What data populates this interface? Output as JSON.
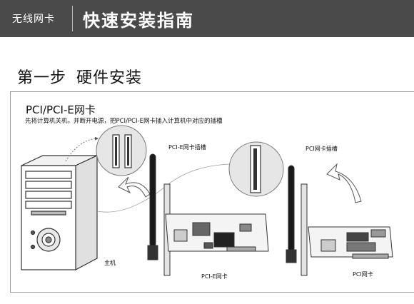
{
  "header": {
    "product": "无线网卡",
    "title": "快速安装指南",
    "bg_color": "#4a4a4a"
  },
  "section": {
    "step_label": "第一步",
    "step_title": "硬件安装"
  },
  "panel": {
    "title": "PCI/PCI-E网卡",
    "description": "先将计算机关机，并断开电源，把PCI/PCI-E网卡插入计算机中对应的插槽"
  },
  "figure": {
    "slot_label_pcie": "PCI-E网卡插槽",
    "slot_label_pci": "PCI网卡插槽",
    "computer_label": "主机",
    "card_label_pcie": "PCI-E网卡",
    "card_label_pci": "PCI网卡"
  }
}
